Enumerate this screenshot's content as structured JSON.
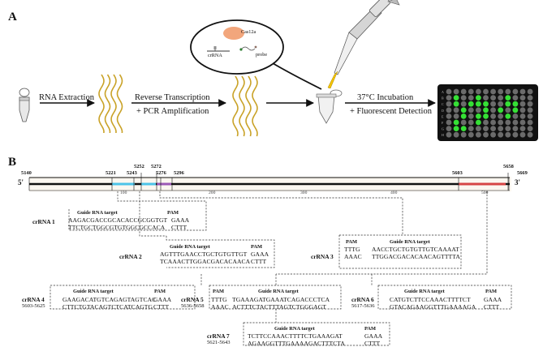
{
  "panel_a": {
    "label": "A",
    "steps": {
      "rna_extraction": "RNA Extraction",
      "reverse_transcription": "Reverse Transcription",
      "pcr_amplification": "+ PCR Amplification",
      "incubation": "37°C Incubation",
      "fluorescent_detection": "+ Fluorescent Detection"
    },
    "bubble": {
      "enzyme": "Cas12a",
      "guide": "crRNA",
      "probe": "probe"
    },
    "plate": {
      "rows": [
        "A",
        "B",
        "C",
        "D",
        "E",
        "F",
        "G",
        "H"
      ],
      "columns": [
        "1",
        "2",
        "3",
        "4",
        "5",
        "6",
        "7",
        "8",
        "9",
        "10",
        "11",
        "12"
      ],
      "well_color": "#6b6b6b",
      "positive_color": "#35e035",
      "positive_wells": [
        [
          1,
          1
        ],
        [
          1,
          4
        ],
        [
          1,
          8
        ],
        [
          2,
          1
        ],
        [
          2,
          3
        ],
        [
          2,
          4
        ],
        [
          2,
          5
        ],
        [
          2,
          8
        ],
        [
          2,
          9
        ],
        [
          3,
          2
        ],
        [
          3,
          5
        ],
        [
          3,
          7
        ],
        [
          4,
          2
        ],
        [
          4,
          4
        ],
        [
          4,
          5
        ],
        [
          5,
          1
        ],
        [
          5,
          4
        ],
        [
          6,
          1
        ],
        [
          6,
          2
        ],
        [
          3,
          9
        ],
        [
          4,
          8
        ]
      ]
    }
  },
  "panel_b": {
    "label": "B",
    "strand_start": "5'",
    "strand_end": "3'",
    "positions": [
      "5140",
      "5221",
      "5243",
      "5252",
      "5272",
      "5276",
      "5296",
      "5603",
      "5658",
      "5669"
    ],
    "scale_ticks": [
      "100",
      "200",
      "300",
      "400",
      "500"
    ],
    "segment_colors": {
      "cyan": "#4cc3e8",
      "purple": "#9b59b6",
      "red": "#d64545"
    },
    "crrnas": [
      {
        "name": "crRNA 1",
        "guide_label": "Guide RNA target",
        "pam_label": "PAM",
        "top": "AAGACGACCGCACACCGCGGTGT",
        "bottom": "TTCTGCTGGCGTGTGGCGCCACA",
        "pam_top": "GAAA",
        "pam_bottom": "CTTT"
      },
      {
        "name": "crRNA 2",
        "guide_label": "Guide RNA target",
        "pam_label": "PAM",
        "top": "AGTTTGAACCTGCTGTGTTGT",
        "bottom": "TCAAACTTGGACGACACAACA",
        "pam_top": "GAAA",
        "pam_bottom": "CTTT"
      },
      {
        "name": "crRNA 3",
        "guide_label": "Guide RNA target",
        "pam_label": "PAM",
        "pam_top": "TTTG",
        "pam_bottom": "AAAC",
        "top": "AACCTGCTGTGTTGTCAAAAT",
        "bottom": "TTGGACGACACAACAGTTTTA"
      },
      {
        "name": "crRNA 4",
        "range": "5603-5625",
        "guide_label": "Guide RNA target",
        "pam_label": "PAM",
        "top": "GAAGACATGTCAGAGTAGTCAC",
        "bottom": "CTTCTGTACAGTCTCATCAGTG",
        "pam_top": "GAAA",
        "pam_bottom": "CTTT"
      },
      {
        "name": "crRNA 5",
        "range": "5636-5658",
        "guide_label": "Guide RNA target",
        "pam_label": "PAM",
        "pam_top": "TTTG",
        "pam_bottom": "AAAC",
        "top": "TGAAAGATGAAATCAGACCCTCA",
        "bottom": "ACTTTCTACTTTAGTCTGGGAGT"
      },
      {
        "name": "crRNA 6",
        "range": "5617-5636",
        "guide_label": "Guide RNA target",
        "pam_label": "PAM",
        "top": "CATGTCTTCCAAACTTTTCT",
        "bottom": "GTACAGAAGGTTTGAAAAGA",
        "pam_top": "GAAA",
        "pam_bottom": "CTTT"
      },
      {
        "name": "crRNA 7",
        "range": "5621-5643",
        "guide_label": "Guide RNA target",
        "pam_label": "PAM",
        "top": "TCTTCCAAACTTTTCTGAAAGAT",
        "bottom": "AGAAGGTTTGAAAAGACTTTCTA",
        "pam_top": "GAAA",
        "pam_bottom": "CTTT"
      }
    ]
  }
}
